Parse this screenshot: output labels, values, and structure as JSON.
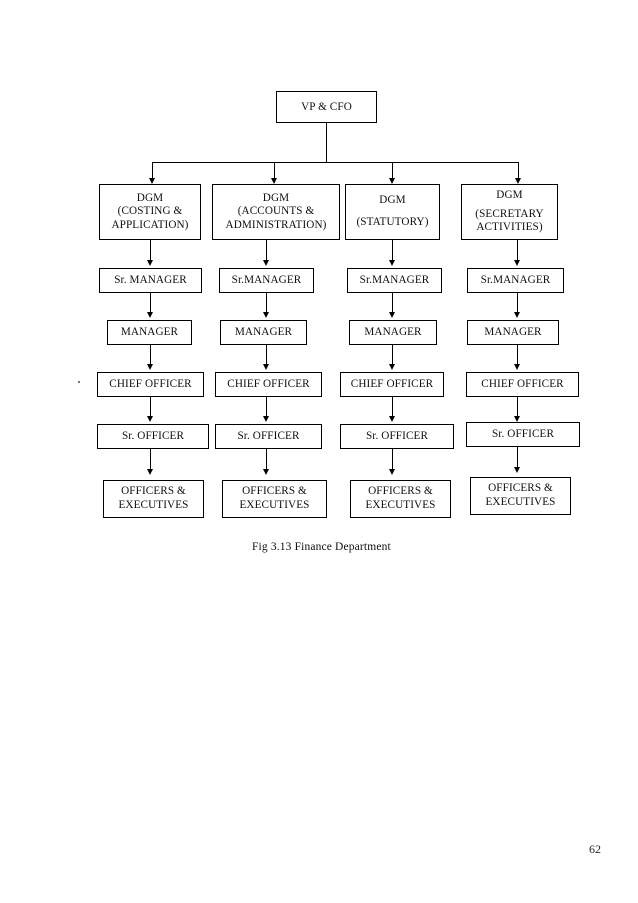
{
  "document": {
    "caption": "Fig 3.13 Finance Department",
    "page_number": "62",
    "background_color": "#ffffff",
    "line_color": "#000000"
  },
  "chart_data": {
    "type": "diagram",
    "diagram_kind": "organization-chart",
    "title": "Fig 3.13 Finance Department",
    "root": {
      "label": "VP & CFO",
      "lines": [
        "VP & CFO"
      ]
    },
    "columns": [
      {
        "id": "col-1",
        "nodes": [
          {
            "lines": [
              "DGM",
              "(COSTING &",
              "APPLICATION)"
            ],
            "label": "DGM (COSTING & APPLICATION)"
          },
          {
            "lines": [
              "Sr. MANAGER"
            ],
            "label": "Sr. MANAGER"
          },
          {
            "lines": [
              "MANAGER"
            ],
            "label": "MANAGER"
          },
          {
            "lines": [
              "CHIEF OFFICER"
            ],
            "label": "CHIEF OFFICER"
          },
          {
            "lines": [
              "Sr. OFFICER"
            ],
            "label": "Sr. OFFICER"
          },
          {
            "lines": [
              "OFFICERS &",
              "EXECUTIVES"
            ],
            "label": "OFFICERS & EXECUTIVES"
          }
        ]
      },
      {
        "id": "col-2",
        "nodes": [
          {
            "lines": [
              "DGM",
              "(ACCOUNTS &",
              "ADMINISTRATION)"
            ],
            "label": "DGM (ACCOUNTS & ADMINISTRATION)"
          },
          {
            "lines": [
              "Sr.MANAGER"
            ],
            "label": "Sr.MANAGER"
          },
          {
            "lines": [
              "MANAGER"
            ],
            "label": "MANAGER"
          },
          {
            "lines": [
              "CHIEF OFFICER"
            ],
            "label": "CHIEF OFFICER"
          },
          {
            "lines": [
              "Sr. OFFICER"
            ],
            "label": "Sr. OFFICER"
          },
          {
            "lines": [
              "OFFICERS &",
              "EXECUTIVES"
            ],
            "label": "OFFICERS & EXECUTIVES"
          }
        ]
      },
      {
        "id": "col-3",
        "nodes": [
          {
            "lines": [
              "DGM",
              "(STATUTORY)"
            ],
            "label": "DGM (STATUTORY)"
          },
          {
            "lines": [
              "Sr.MANAGER"
            ],
            "label": "Sr.MANAGER"
          },
          {
            "lines": [
              "MANAGER"
            ],
            "label": "MANAGER"
          },
          {
            "lines": [
              "CHIEF OFFICER"
            ],
            "label": "CHIEF OFFICER"
          },
          {
            "lines": [
              "Sr. OFFICER"
            ],
            "label": "Sr. OFFICER"
          },
          {
            "lines": [
              "OFFICERS &",
              "EXECUTIVES"
            ],
            "label": "OFFICERS & EXECUTIVES"
          }
        ]
      },
      {
        "id": "col-4",
        "nodes": [
          {
            "lines": [
              "DGM",
              "(SECRETARY",
              "ACTIVITIES)"
            ],
            "label": "DGM (SECRETARY ACTIVITIES)"
          },
          {
            "lines": [
              "Sr.MANAGER"
            ],
            "label": "Sr.MANAGER"
          },
          {
            "lines": [
              "MANAGER"
            ],
            "label": "MANAGER"
          },
          {
            "lines": [
              "CHIEF OFFICER"
            ],
            "label": "CHIEF OFFICER"
          },
          {
            "lines": [
              "Sr. OFFICER"
            ],
            "label": "Sr. OFFICER"
          },
          {
            "lines": [
              "OFFICERS &",
              "EXECUTIVES"
            ],
            "label": "OFFICERS & EXECUTIVES"
          }
        ]
      }
    ],
    "levels": [
      "VP & CFO",
      "DGM",
      "Sr. MANAGER",
      "MANAGER",
      "CHIEF OFFICER",
      "Sr. OFFICER",
      "OFFICERS & EXECUTIVES"
    ]
  }
}
